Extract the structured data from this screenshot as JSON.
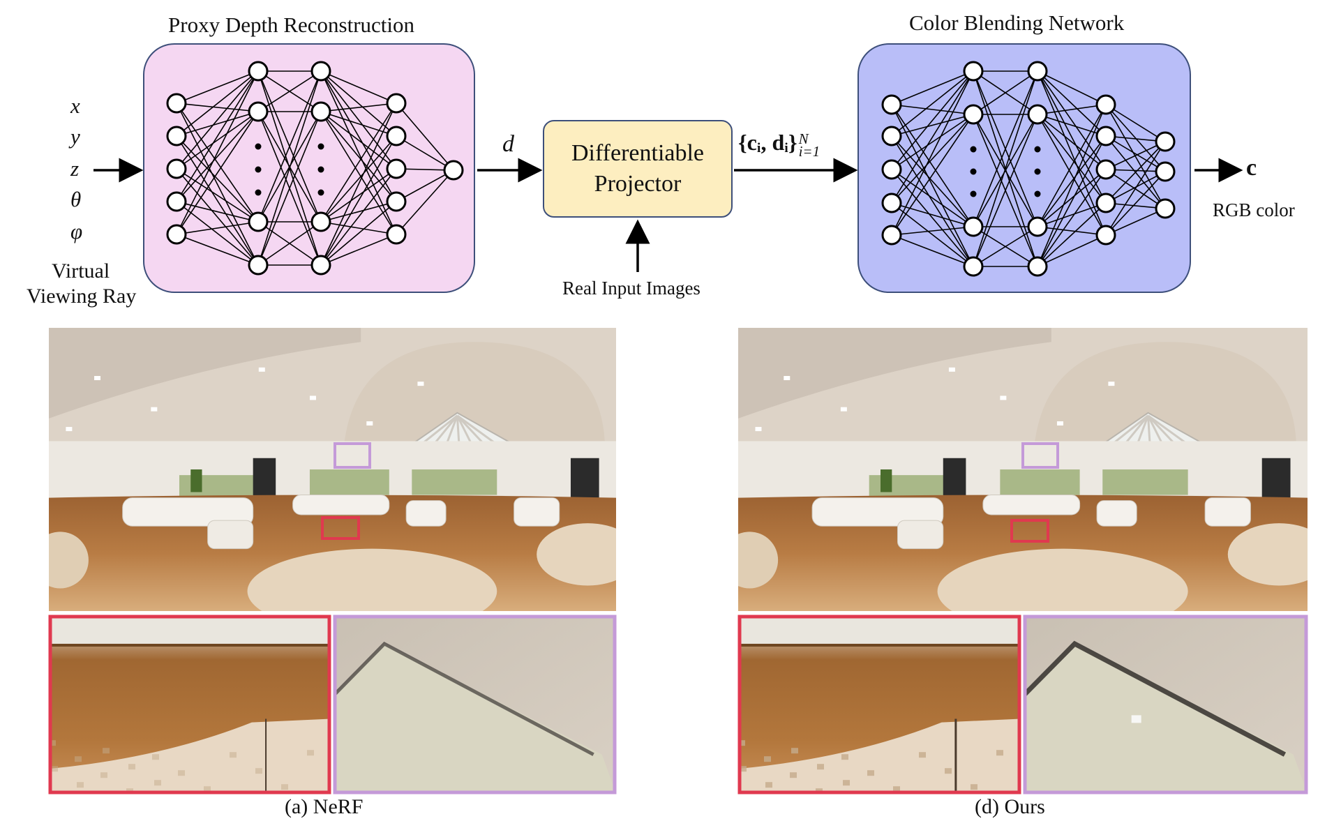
{
  "diagram": {
    "proxy_title": "Proxy Depth Reconstruction",
    "color_title": "Color Blending Network",
    "inputs": [
      "x",
      "y",
      "z",
      "θ",
      "φ"
    ],
    "input_caption_line1": "Virtual",
    "input_caption_line2": "Viewing Ray",
    "d_label": "d",
    "projector_line1": "Differentiable",
    "projector_line2": "Projector",
    "real_images_label": "Real Input Images",
    "samples_label": "{cᵢ, dᵢ}",
    "samples_sup": "N",
    "samples_sub": "i=1",
    "output_symbol": "c",
    "output_caption": "RGB color",
    "colors": {
      "proxy_fill": "#f5d7f2",
      "color_fill": "#b9bef8",
      "projector_fill": "#fdeec0",
      "outline": "#3d4f7a"
    }
  },
  "figures": {
    "left_caption": "(a) NeRF",
    "right_caption": "(d) Ours",
    "highlight_colors": {
      "red": "#e0394f",
      "purple": "#c49ad8"
    }
  }
}
